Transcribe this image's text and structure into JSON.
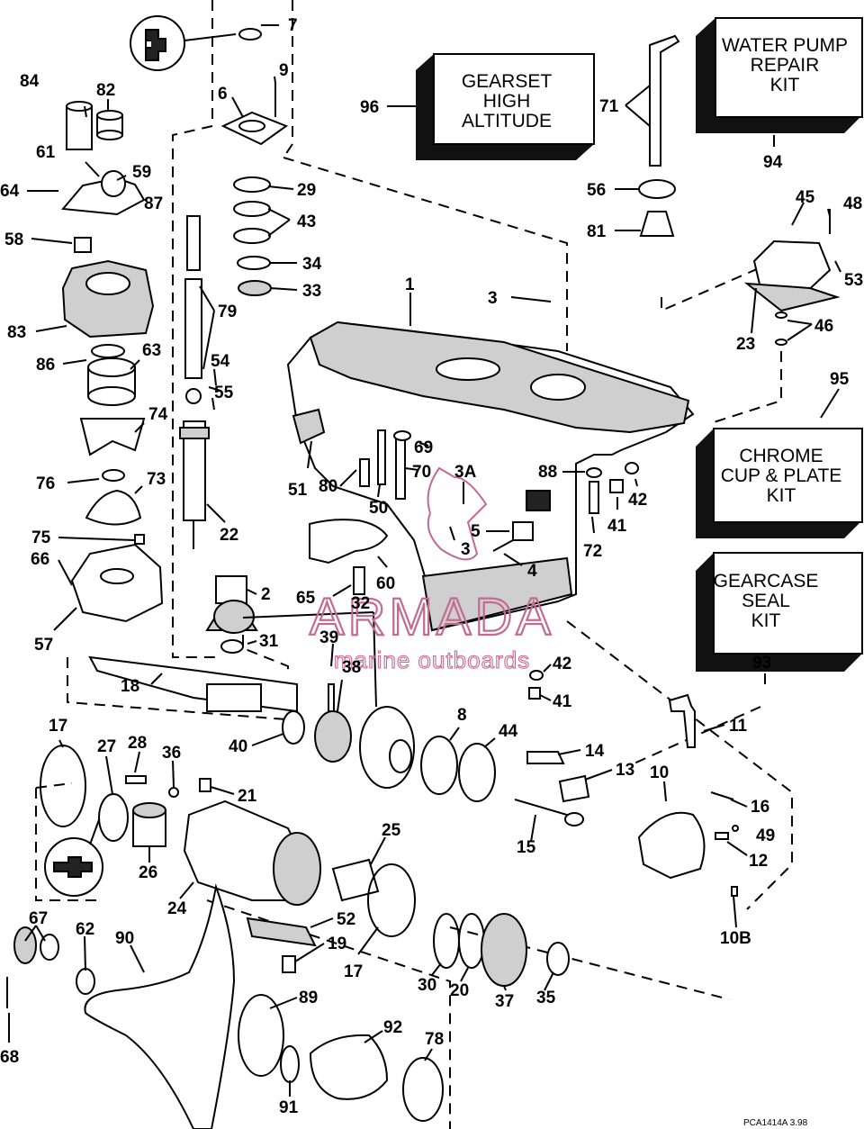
{
  "kits": {
    "gearset_high_altitude": [
      "GEARSET",
      "HIGH",
      "ALTITUDE"
    ],
    "water_pump_repair_kit": [
      "WATER PUMP",
      "REPAIR",
      "KIT"
    ],
    "chrome_cup_plate_kit": [
      "CHROME",
      "CUP & PLATE",
      "KIT"
    ],
    "gearcase_seal_kit": [
      "GEARCASE",
      "SEAL",
      "KIT"
    ]
  },
  "callouts": {
    "c1": "1",
    "c2": "2",
    "c3a": "3",
    "c3b": "3",
    "c3A": "3A",
    "c4": "4",
    "c5": "5",
    "c6": "6",
    "c7": "7",
    "c8": "8",
    "c9": "9",
    "c10": "10",
    "c10B": "10B",
    "c11": "11",
    "c12": "12",
    "c13": "13",
    "c14": "14",
    "c15": "15",
    "c16": "16",
    "c17a": "17",
    "c17b": "17",
    "c18": "18",
    "c19": "19",
    "c20": "20",
    "c21": "21",
    "c22": "22",
    "c23": "23",
    "c24": "24",
    "c25": "25",
    "c26": "26",
    "c27": "27",
    "c28": "28",
    "c29": "29",
    "c30": "30",
    "c31": "31",
    "c32": "32",
    "c33": "33",
    "c34": "34",
    "c35": "35",
    "c36": "36",
    "c37": "37",
    "c38": "38",
    "c39": "39",
    "c40": "40",
    "c41a": "41",
    "c41b": "41",
    "c42a": "42",
    "c42b": "42",
    "c43": "43",
    "c44": "44",
    "c45": "45",
    "c46": "46",
    "c48": "48",
    "c49": "49",
    "c50": "50",
    "c51": "51",
    "c52": "52",
    "c53": "53",
    "c54": "54",
    "c55": "55",
    "c56": "56",
    "c57": "57",
    "c58": "58",
    "c59": "59",
    "c60": "60",
    "c61": "61",
    "c62": "62",
    "c63": "63",
    "c64": "64",
    "c65": "65",
    "c66": "66",
    "c67": "67",
    "c68": "68",
    "c69": "69",
    "c70": "70",
    "c71": "71",
    "c72": "72",
    "c73": "73",
    "c74": "74",
    "c75": "75",
    "c76": "76",
    "c78": "78",
    "c79": "79",
    "c80": "80",
    "c81": "81",
    "c82": "82",
    "c83": "83",
    "c84": "84",
    "c86": "86",
    "c87": "87",
    "c88": "88",
    "c89": "89",
    "c90": "90",
    "c91": "91",
    "c92": "92",
    "c93": "93",
    "c94": "94",
    "c95": "95",
    "c96": "96"
  },
  "watermark": {
    "brand": "ARMADA",
    "tagline": "marine outboards",
    "color": "#c46a91"
  },
  "ref_code": "PCA1414A  3.98",
  "icons": {
    "lubricant": "grease-gun-icon",
    "sealant": "sealant-tube-icon"
  }
}
